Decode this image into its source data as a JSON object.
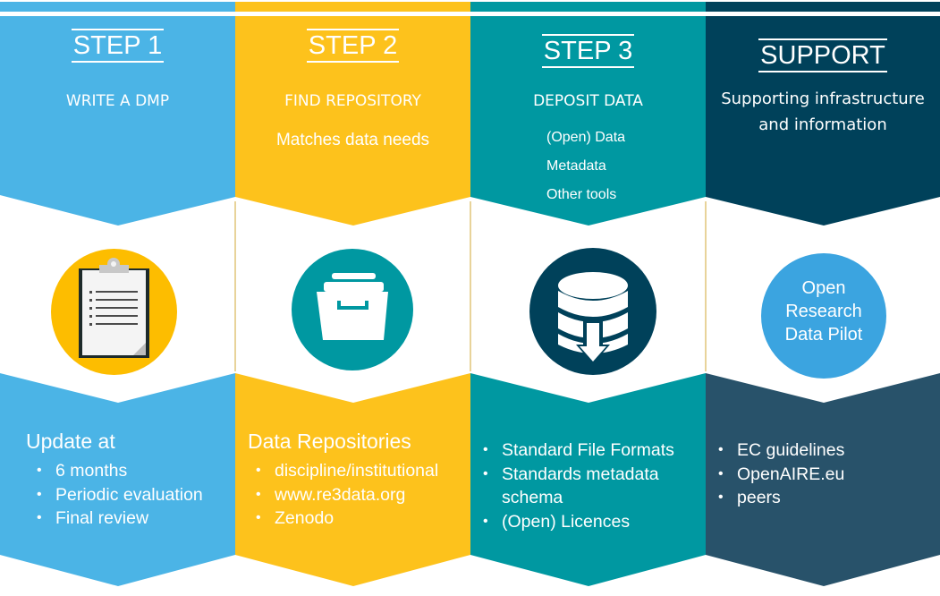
{
  "colors": {
    "step1": "#4bb4e6",
    "step2": "#fdc21c",
    "step3": "#0098a1",
    "support_top": "#00415a",
    "support_bottom": "#28526a",
    "divider": "#e8d39a",
    "clipboard_circle": "#fdbd00",
    "archive_circle": "#0098a1",
    "database_circle": "#00415a",
    "pilot_circle": "#3ba4e0"
  },
  "columns": [
    {
      "id": "step1",
      "title": "STEP 1",
      "subtitle": "WRITE A DMP",
      "icon": "clipboard-icon",
      "bottom_heading": "Update at",
      "bullets": [
        "6 months",
        "Periodic evaluation",
        "Final review"
      ]
    },
    {
      "id": "step2",
      "title": "STEP 2",
      "subtitle": "FIND REPOSITORY",
      "description": "Matches data needs",
      "icon": "archive-box-icon",
      "bottom_heading": "Data Repositories",
      "bullets": [
        "discipline/institutional",
        "www.re3data.org",
        "Zenodo"
      ]
    },
    {
      "id": "step3",
      "title": "STEP 3",
      "subtitle": "DEPOSIT DATA",
      "items": [
        "(Open) Data",
        "Metadata",
        "Other tools"
      ],
      "icon": "database-download-icon",
      "bullets": [
        "Standard File Formats",
        "Standards metadata schema",
        "(Open) Licences"
      ]
    },
    {
      "id": "support",
      "title": "SUPPORT",
      "subtitle_lines": [
        "Supporting infrastructure",
        "and information"
      ],
      "circle_text": [
        "Open",
        "Research",
        "Data Pilot"
      ],
      "bullets": [
        "EC guidelines",
        "OpenAIRE.eu",
        "peers"
      ]
    }
  ]
}
